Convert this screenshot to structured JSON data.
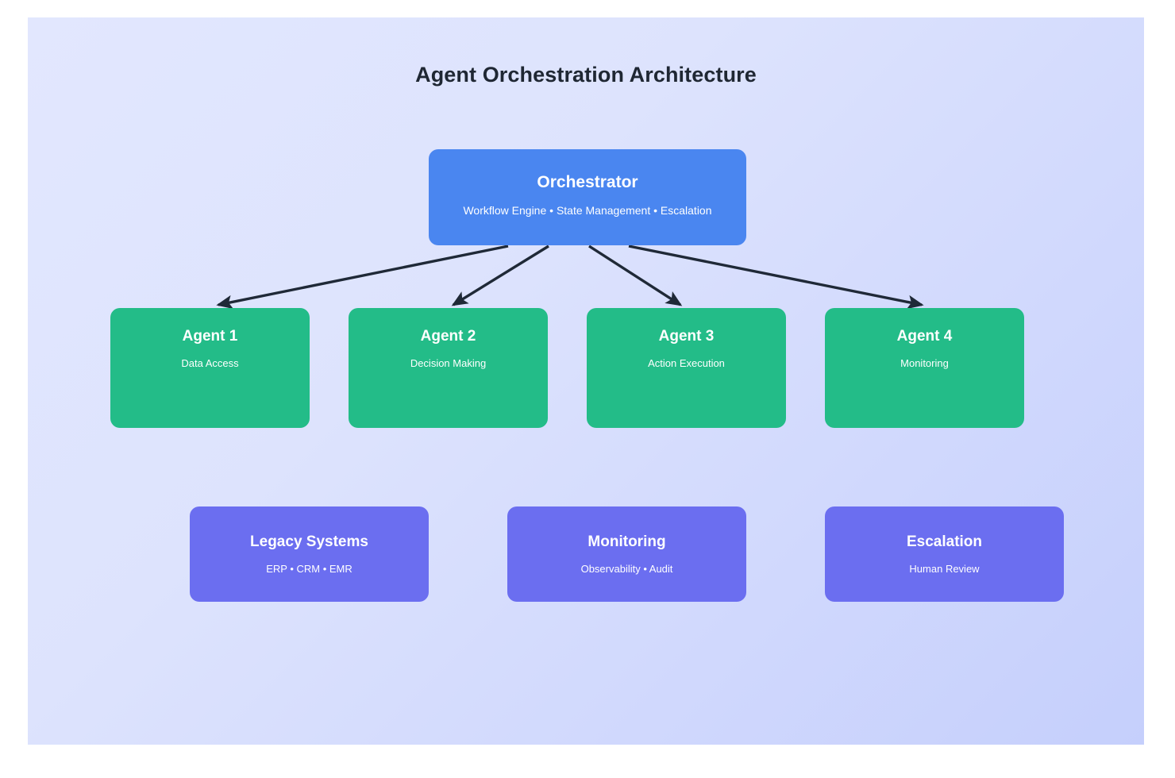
{
  "title": "Agent Orchestration Architecture",
  "colors": {
    "canvas_gradient_start": "#e2e7fe",
    "canvas_gradient_end": "#c5cffc",
    "orchestrator": "#4a86f0",
    "agent": "#23bc88",
    "service": "#6b6ef0",
    "arrow": "#1f2937",
    "title_text": "#1f2733",
    "node_text": "#ffffff"
  },
  "orchestrator": {
    "title": "Orchestrator",
    "subtitle": "Workflow Engine • State Management • Escalation"
  },
  "agents": [
    {
      "title": "Agent 1",
      "subtitle": "Data Access"
    },
    {
      "title": "Agent 2",
      "subtitle": "Decision Making"
    },
    {
      "title": "Agent 3",
      "subtitle": "Action Execution"
    },
    {
      "title": "Agent 4",
      "subtitle": "Monitoring"
    }
  ],
  "services": [
    {
      "title": "Legacy Systems",
      "subtitle": "ERP • CRM • EMR"
    },
    {
      "title": "Monitoring",
      "subtitle": "Observability • Audit"
    },
    {
      "title": "Escalation",
      "subtitle": "Human Review"
    }
  ],
  "connections": [
    {
      "from": "Orchestrator",
      "to": "Agent 1"
    },
    {
      "from": "Orchestrator",
      "to": "Agent 2"
    },
    {
      "from": "Orchestrator",
      "to": "Agent 3"
    },
    {
      "from": "Orchestrator",
      "to": "Agent 4"
    }
  ]
}
